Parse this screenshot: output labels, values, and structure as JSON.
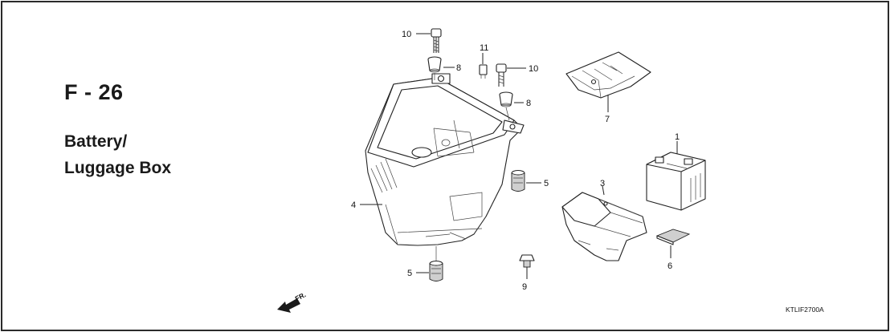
{
  "figure": {
    "code": "F - 26",
    "title_line1": "Battery/",
    "title_line2": "Luggage Box",
    "reference_code": "KTLIF2700A",
    "direction_label": "FR."
  },
  "callouts": {
    "c1": "1",
    "c3": "3",
    "c4": "4",
    "c5a": "5",
    "c5b": "5",
    "c6": "6",
    "c7": "7",
    "c8a": "8",
    "c8b": "8",
    "c9": "9",
    "c10a": "10",
    "c10b": "10",
    "c11": "11"
  }
}
